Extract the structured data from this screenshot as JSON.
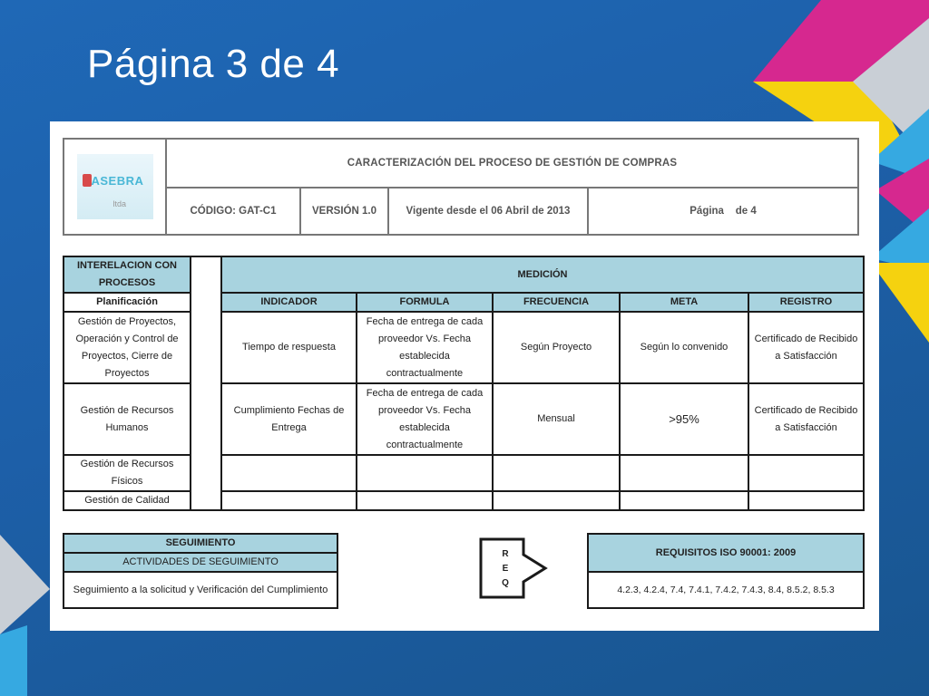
{
  "slide": {
    "title": "Página 3 de 4"
  },
  "document": {
    "header": {
      "logo_text": "ASEBRA",
      "logo_sub": "ltda",
      "title": "CARACTERIZACIÓN DEL PROCESO DE GESTIÓN DE COMPRAS",
      "code": "CÓDIGO: GAT-C1",
      "version": "VERSIÓN 1.0",
      "validity": "Vigente desde el 06 Abril de 2013",
      "page": "Página    de 4"
    },
    "processes": {
      "header": "INTERELACION CON PROCESOS",
      "subheader": "Planificación",
      "items": [
        "Gestión de Proyectos, Operación y Control de Proyectos, Cierre de Proyectos",
        "Gestión de Recursos Humanos",
        "Gestión de Recursos Físicos",
        "Gestión de Calidad"
      ]
    },
    "measurement": {
      "header": "MEDICIÓN",
      "columns": [
        "INDICADOR",
        "FORMULA",
        "FRECUENCIA",
        "META",
        "REGISTRO"
      ],
      "rows": [
        {
          "indicator": "Tiempo de respuesta",
          "formula": "Fecha de entrega de cada proveedor Vs. Fecha establecida contractualmente",
          "frequency": "Según Proyecto",
          "goal": "Según lo convenido",
          "record": "Certificado de Recibido a Satisfacción"
        },
        {
          "indicator": "Cumplimiento Fechas de Entrega",
          "formula": "Fecha de entrega de cada proveedor Vs. Fecha establecida contractualmente",
          "frequency": "Mensual",
          "goal": ">95%",
          "record": "Certificado de Recibido a Satisfacción"
        }
      ]
    },
    "tracking": {
      "header": "SEGUIMIENTO",
      "subheader": "ACTIVIDADES DE SEGUIMIENTO",
      "text": "Seguimiento a la solicitud y Verificación del Cumplimiento"
    },
    "req_symbol": [
      "R",
      "E",
      "Q"
    ],
    "iso": {
      "header": "REQUISITOS ISO 90001: 2009",
      "text": "4.2.3, 4.2.4, 7.4, 7.4.1, 7.4.2, 7.4.3, 8.4, 8.5.2, 8.5.3"
    }
  },
  "colors": {
    "background": "#1d5fa8",
    "table_header": "#a8d3df",
    "accent_magenta": "#d6288f",
    "accent_yellow": "#f5d20f",
    "accent_cyan": "#36a9e1"
  }
}
